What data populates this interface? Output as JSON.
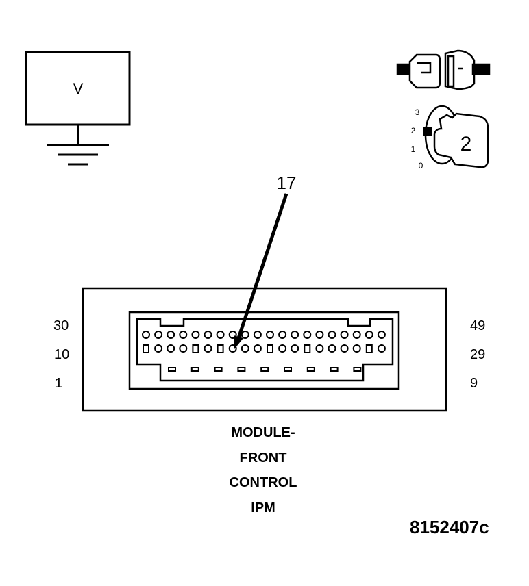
{
  "voltmeter": {
    "symbol": "V"
  },
  "ignition": {
    "positions": [
      "3",
      "2",
      "1",
      "0"
    ],
    "selected": "2"
  },
  "callout": {
    "pin": "17"
  },
  "connector": {
    "pin_labels": {
      "top_left": "30",
      "mid_left": "10",
      "bottom_left": "1",
      "top_right": "49",
      "mid_right": "29",
      "bottom_right": "9"
    },
    "module_name": [
      "MODULE-",
      "FRONT",
      "CONTROL",
      "IPM"
    ]
  },
  "figure_id": "8152407c",
  "colors": {
    "ink": "#000000",
    "paper": "#ffffff"
  }
}
